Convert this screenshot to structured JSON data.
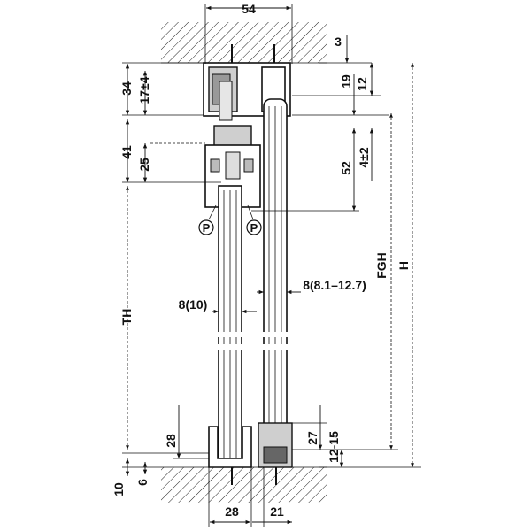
{
  "dimensions": {
    "top_width": "54",
    "top_3": "3",
    "top_12": "12",
    "top_19": "19",
    "left_34": "34",
    "left_17": "17±4",
    "left_41": "41",
    "left_25": "25",
    "right_52": "52",
    "right_4": "4±2",
    "right_fgh": "FGH",
    "right_h": "H",
    "left_th": "TH",
    "glass_left": "8(10)",
    "glass_right": "8(8.1–12.7)",
    "marker_p": "P",
    "bottom_28v": "28",
    "bottom_27": "27",
    "bottom_12_15": "12-15",
    "bottom_10": "10",
    "bottom_6": "6",
    "bottom_28h": "28",
    "bottom_21": "21"
  },
  "colors": {
    "line": "#111111",
    "gray_part": "#cfcfcf",
    "background": "#ffffff"
  }
}
